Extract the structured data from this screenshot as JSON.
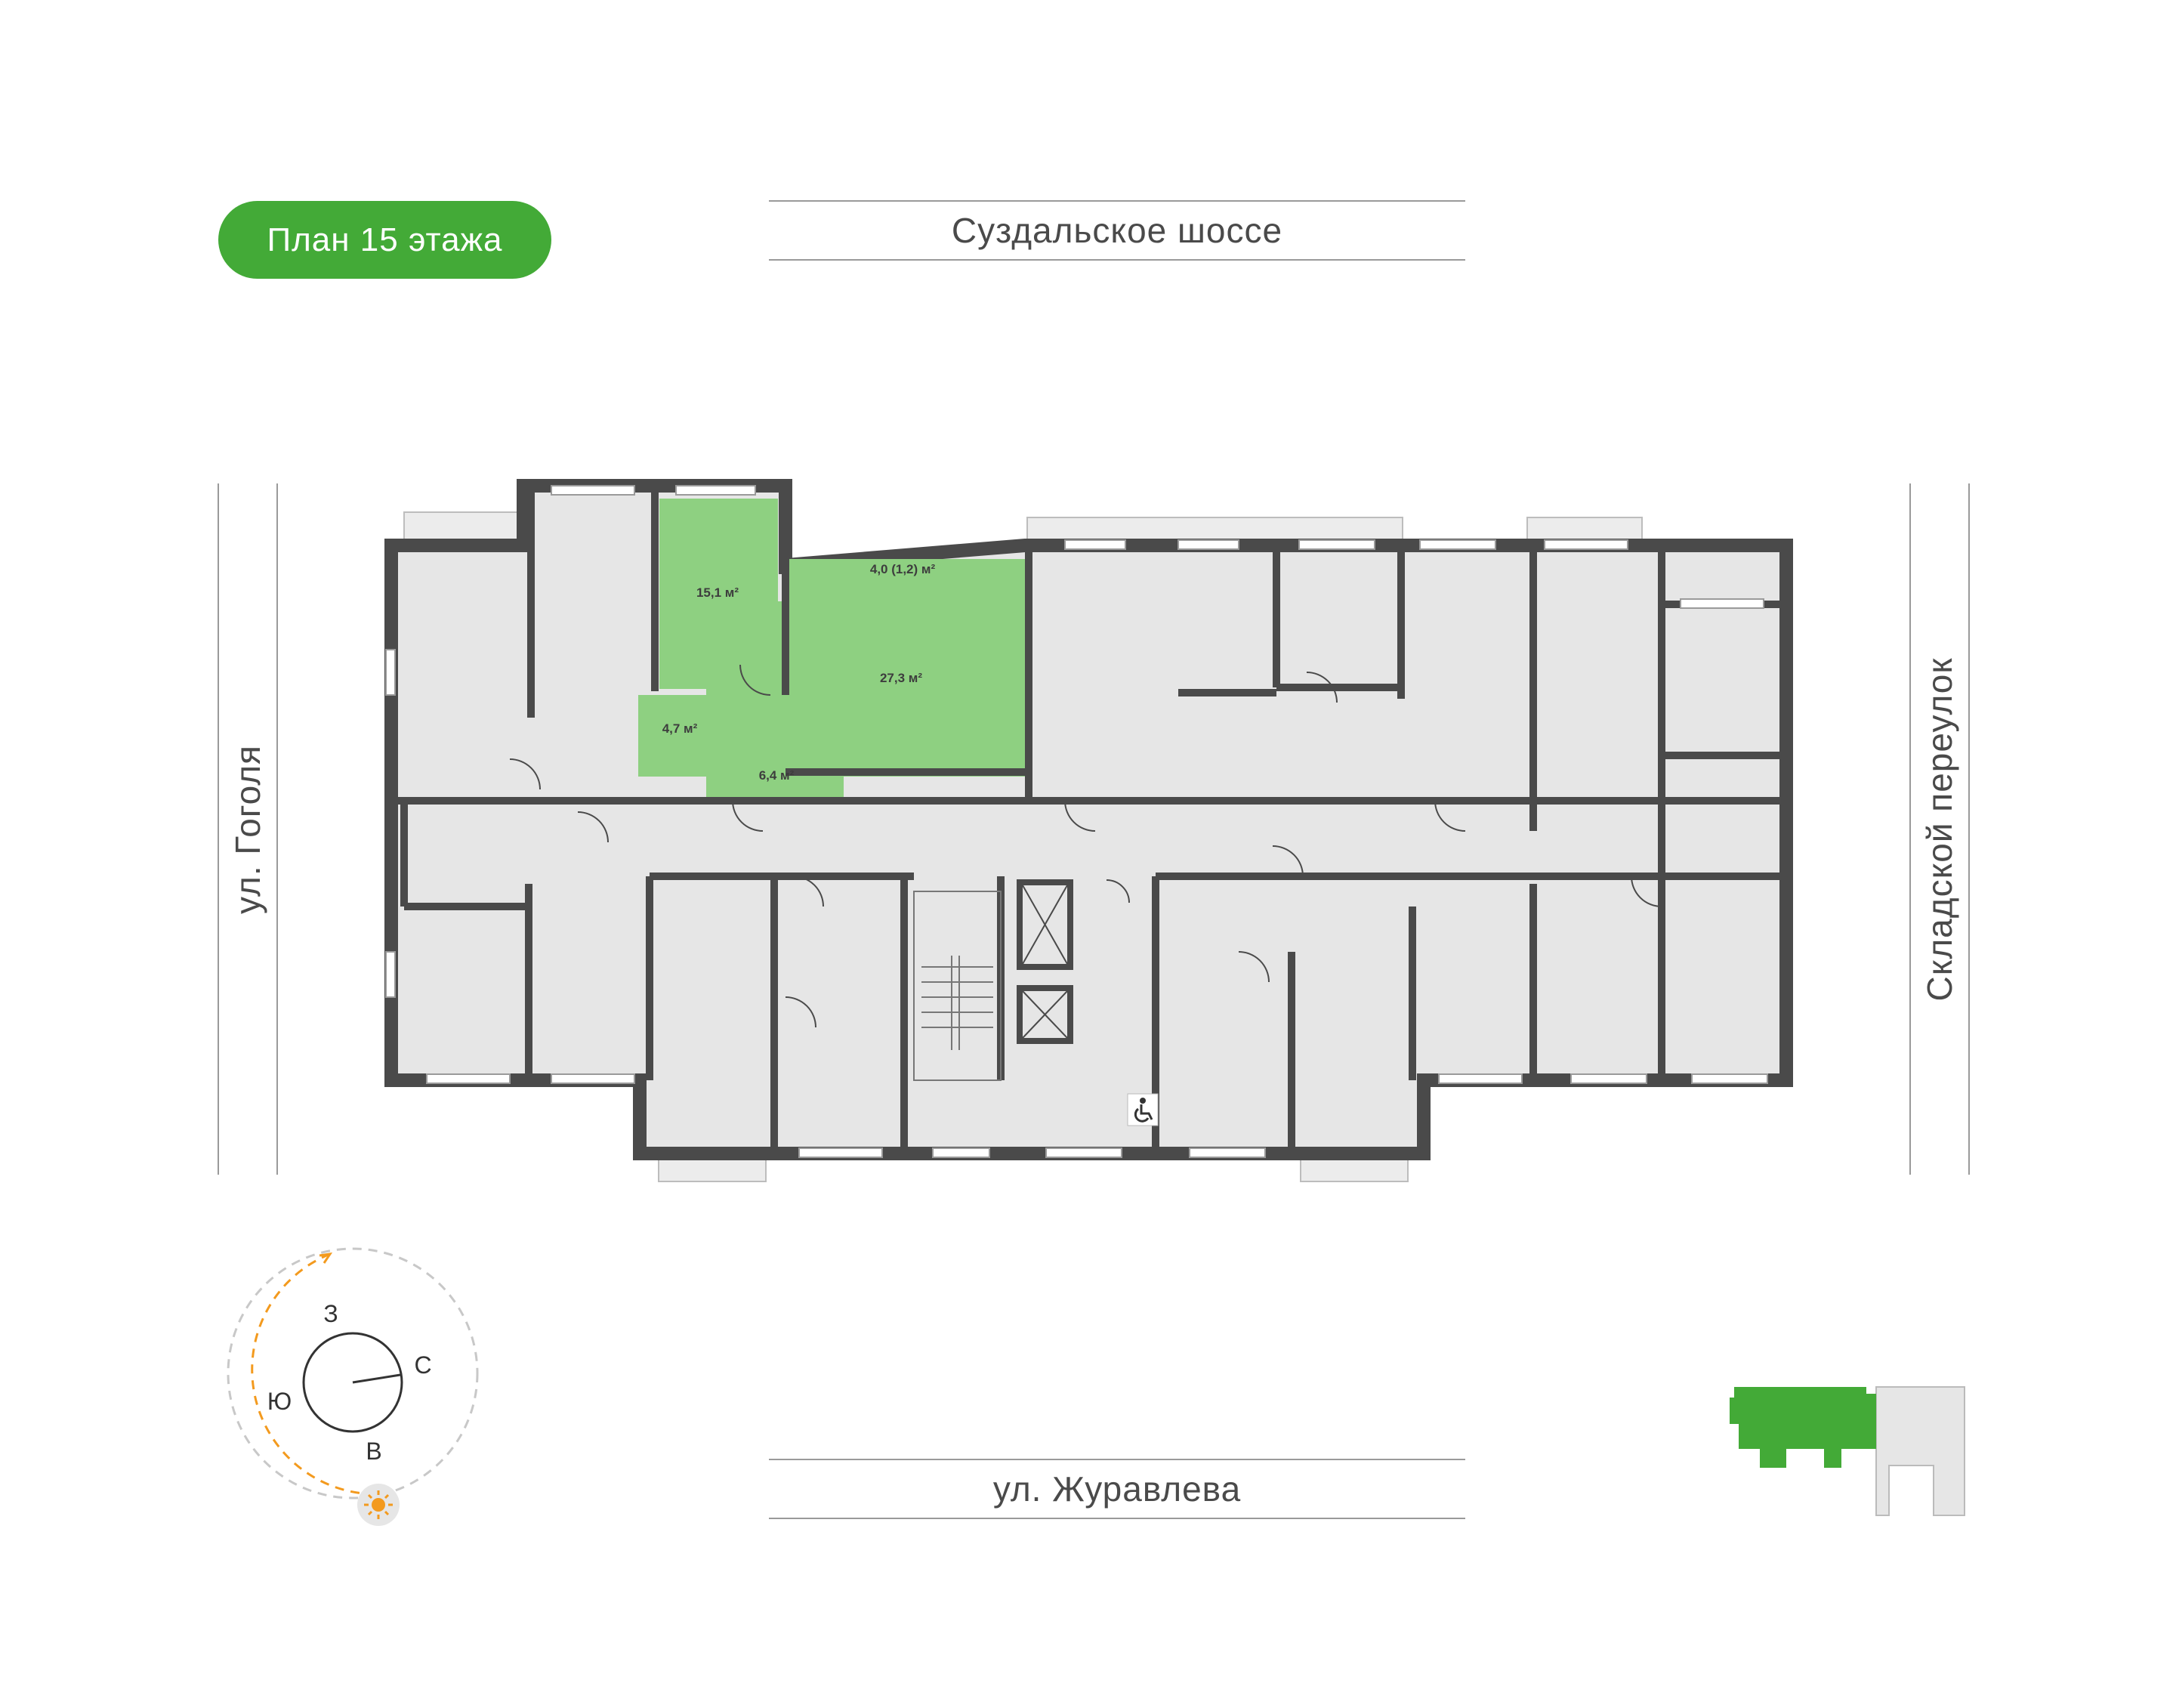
{
  "floor_badge": {
    "label": "План 15 этажа",
    "color": "#43aa37"
  },
  "streets": {
    "north": "Суздальское шоссе",
    "south": "ул. Журавлева",
    "west": "ул. Гоголя",
    "east": "Складской переулок"
  },
  "apartment_areas": {
    "room_1": "15,1 м²",
    "room_2": "27,3 м²",
    "balcony": "4,0 (1,2) м²",
    "bathroom": "4,7 м²",
    "hallway": "6,4 м²"
  },
  "compass": {
    "west": "З",
    "north": "С",
    "south": "Ю",
    "east": "В",
    "sun_icon": "sun-icon",
    "accent_color": "#f39a1e"
  },
  "highlight_color": "#8ed081",
  "wall_color": "#4a4a4a",
  "room_color": "#e6e6e6",
  "accessibility_icon": "wheelchair-icon"
}
